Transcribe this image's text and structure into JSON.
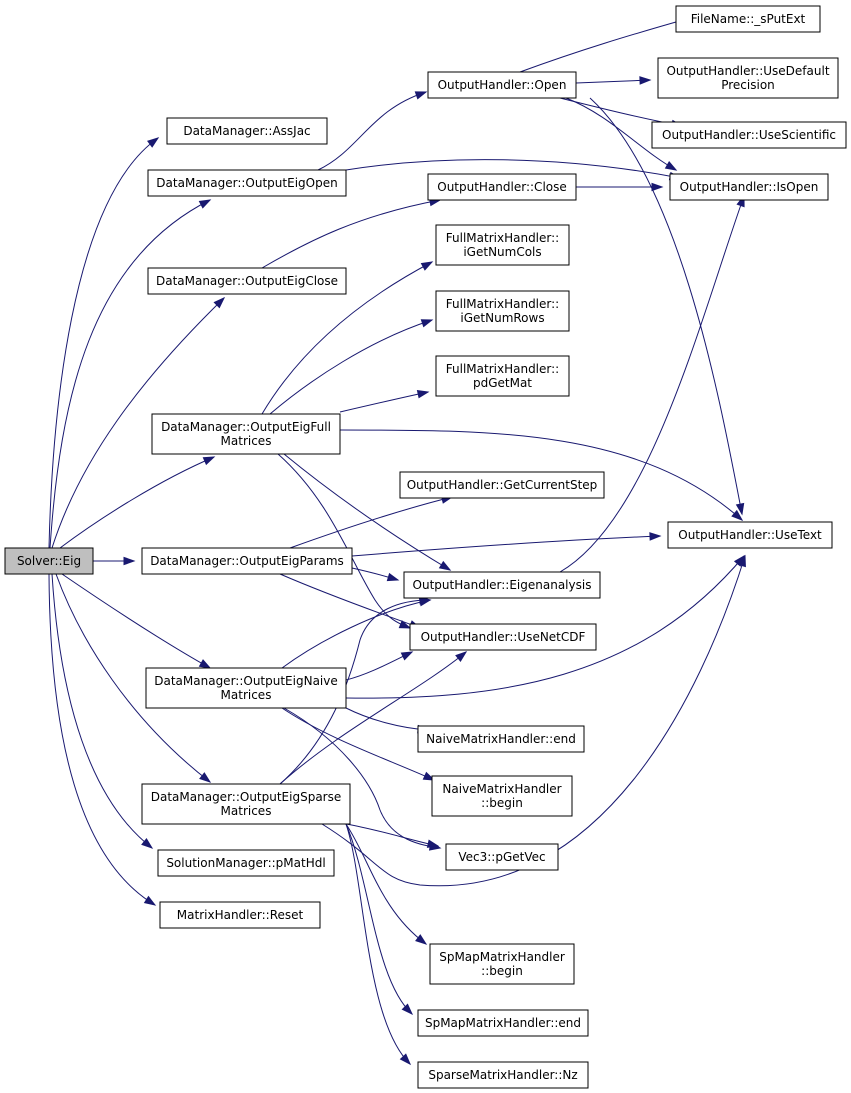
{
  "graph": {
    "nodes": [
      {
        "id": "solver_eig",
        "lines": [
          "Solver::Eig"
        ],
        "root": true
      },
      {
        "id": "dm_assjac",
        "lines": [
          "DataManager::AssJac"
        ]
      },
      {
        "id": "dm_outputeigopen",
        "lines": [
          "DataManager::OutputEigOpen"
        ]
      },
      {
        "id": "dm_outputeigclose",
        "lines": [
          "DataManager::OutputEigClose"
        ]
      },
      {
        "id": "dm_outputeigfull",
        "lines": [
          "DataManager::OutputEigFull",
          "Matrices"
        ]
      },
      {
        "id": "dm_outputeigparams",
        "lines": [
          "DataManager::OutputEigParams"
        ]
      },
      {
        "id": "dm_outputeignaive",
        "lines": [
          "DataManager::OutputEigNaive",
          "Matrices"
        ]
      },
      {
        "id": "dm_outputeigsparse",
        "lines": [
          "DataManager::OutputEigSparse",
          "Matrices"
        ]
      },
      {
        "id": "sm_pmathdl",
        "lines": [
          "SolutionManager::pMatHdl"
        ]
      },
      {
        "id": "mh_reset",
        "lines": [
          "MatrixHandler::Reset"
        ]
      },
      {
        "id": "oh_open",
        "lines": [
          "OutputHandler::Open"
        ]
      },
      {
        "id": "oh_close",
        "lines": [
          "OutputHandler::Close"
        ]
      },
      {
        "id": "fmh_cols",
        "lines": [
          "FullMatrixHandler::",
          "iGetNumCols"
        ]
      },
      {
        "id": "fmh_rows",
        "lines": [
          "FullMatrixHandler::",
          "iGetNumRows"
        ]
      },
      {
        "id": "fmh_mat",
        "lines": [
          "FullMatrixHandler::",
          "pdGetMat"
        ]
      },
      {
        "id": "oh_getcurrentstep",
        "lines": [
          "OutputHandler::GetCurrentStep"
        ]
      },
      {
        "id": "oh_eigen",
        "lines": [
          "OutputHandler::Eigenanalysis"
        ]
      },
      {
        "id": "oh_usenetcdf",
        "lines": [
          "OutputHandler::UseNetCDF"
        ]
      },
      {
        "id": "nmh_end",
        "lines": [
          "NaiveMatrixHandler::end"
        ]
      },
      {
        "id": "nmh_begin",
        "lines": [
          "NaiveMatrixHandler",
          "::begin"
        ]
      },
      {
        "id": "vec3_pgetvec",
        "lines": [
          "Vec3::pGetVec"
        ]
      },
      {
        "id": "smh_begin",
        "lines": [
          "SpMapMatrixHandler",
          "::begin"
        ]
      },
      {
        "id": "smh_end",
        "lines": [
          "SpMapMatrixHandler::end"
        ]
      },
      {
        "id": "sparse_nz",
        "lines": [
          "SparseMatrixHandler::Nz"
        ]
      },
      {
        "id": "fn_sputext",
        "lines": [
          "FileName::_sPutExt"
        ]
      },
      {
        "id": "oh_usedefault",
        "lines": [
          "OutputHandler::UseDefault",
          "Precision"
        ]
      },
      {
        "id": "oh_usescientific",
        "lines": [
          "OutputHandler::UseScientific"
        ]
      },
      {
        "id": "oh_isopen",
        "lines": [
          "OutputHandler::IsOpen"
        ]
      },
      {
        "id": "oh_usetext",
        "lines": [
          "OutputHandler::UseText"
        ]
      }
    ],
    "edges": [
      [
        "solver_eig",
        "dm_assjac"
      ],
      [
        "solver_eig",
        "dm_outputeigopen"
      ],
      [
        "solver_eig",
        "dm_outputeigclose"
      ],
      [
        "solver_eig",
        "dm_outputeigfull"
      ],
      [
        "solver_eig",
        "dm_outputeigparams"
      ],
      [
        "solver_eig",
        "dm_outputeignaive"
      ],
      [
        "solver_eig",
        "dm_outputeigsparse"
      ],
      [
        "solver_eig",
        "sm_pmathdl"
      ],
      [
        "solver_eig",
        "mh_reset"
      ],
      [
        "dm_outputeigopen",
        "oh_open"
      ],
      [
        "dm_outputeigopen",
        "oh_isopen"
      ],
      [
        "dm_outputeigclose",
        "oh_close"
      ],
      [
        "dm_outputeigfull",
        "fmh_cols"
      ],
      [
        "dm_outputeigfull",
        "fmh_rows"
      ],
      [
        "dm_outputeigfull",
        "fmh_mat"
      ],
      [
        "dm_outputeigfull",
        "oh_eigen"
      ],
      [
        "dm_outputeigfull",
        "oh_usenetcdf"
      ],
      [
        "dm_outputeigfull",
        "oh_usetext"
      ],
      [
        "dm_outputeigparams",
        "oh_getcurrentstep"
      ],
      [
        "dm_outputeigparams",
        "oh_eigen"
      ],
      [
        "dm_outputeigparams",
        "oh_usenetcdf"
      ],
      [
        "dm_outputeigparams",
        "oh_usetext"
      ],
      [
        "dm_outputeignaive",
        "oh_eigen"
      ],
      [
        "dm_outputeignaive",
        "oh_usenetcdf"
      ],
      [
        "dm_outputeignaive",
        "oh_usetext"
      ],
      [
        "dm_outputeignaive",
        "nmh_end"
      ],
      [
        "dm_outputeignaive",
        "nmh_begin"
      ],
      [
        "dm_outputeignaive",
        "vec3_pgetvec"
      ],
      [
        "dm_outputeigsparse",
        "oh_eigen"
      ],
      [
        "dm_outputeigsparse",
        "oh_usenetcdf"
      ],
      [
        "dm_outputeigsparse",
        "oh_usetext"
      ],
      [
        "dm_outputeigsparse",
        "vec3_pgetvec"
      ],
      [
        "dm_outputeigsparse",
        "smh_begin"
      ],
      [
        "dm_outputeigsparse",
        "smh_end"
      ],
      [
        "dm_outputeigsparse",
        "sparse_nz"
      ],
      [
        "oh_open",
        "fn_sputext"
      ],
      [
        "oh_open",
        "oh_usedefault"
      ],
      [
        "oh_open",
        "oh_usescientific"
      ],
      [
        "oh_open",
        "oh_isopen"
      ],
      [
        "oh_open",
        "oh_usetext"
      ],
      [
        "oh_close",
        "oh_isopen"
      ],
      [
        "oh_eigen",
        "oh_isopen"
      ]
    ]
  }
}
